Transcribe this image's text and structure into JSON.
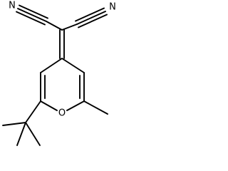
{
  "molecule": {
    "atom_labels": {
      "nitrile_left": "N",
      "nitrile_right": "N",
      "ring_oxygen": "O"
    }
  }
}
